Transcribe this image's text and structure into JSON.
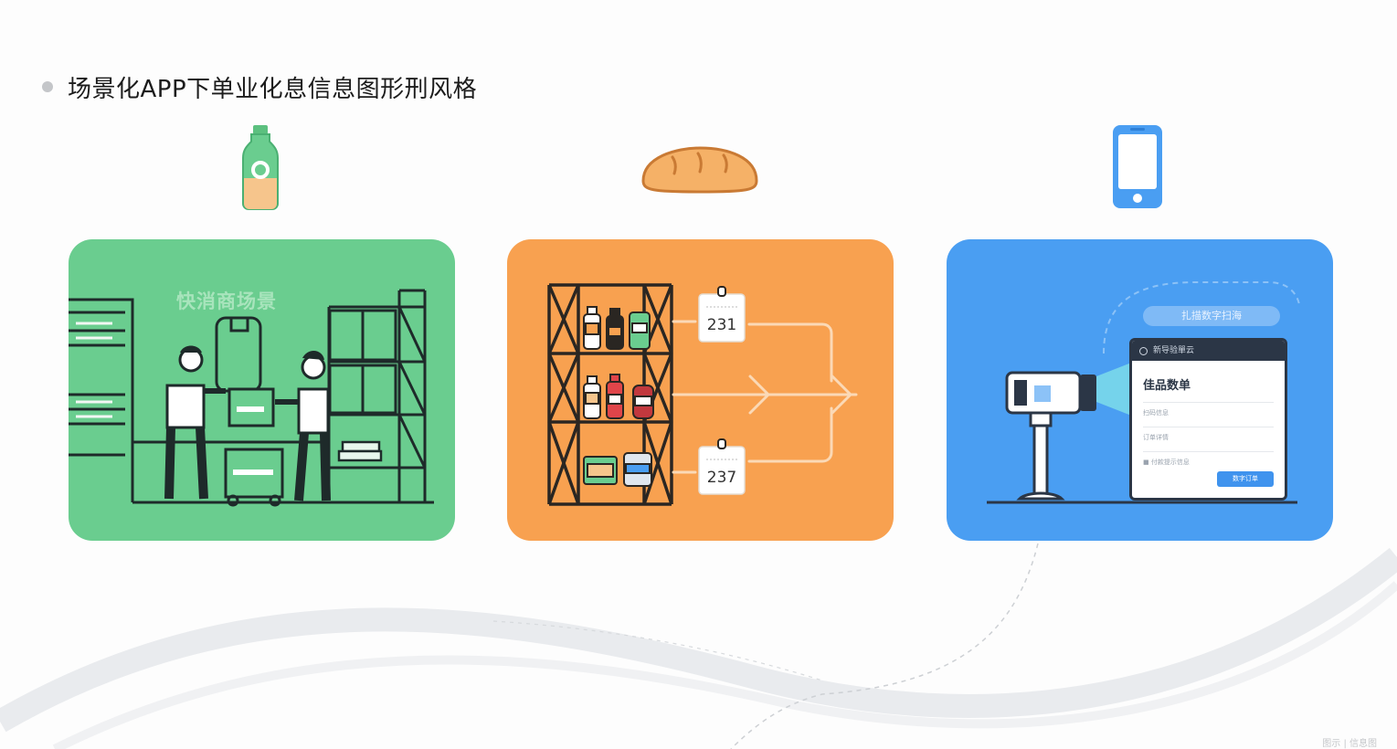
{
  "header": {
    "title": "场景化APP下单业化息信息图形刑风格"
  },
  "top_icons": [
    "bottle-icon",
    "bread-icon",
    "smartphone-icon"
  ],
  "cards": {
    "green": {
      "label": "快消商场景",
      "color": "#6acd8f"
    },
    "orange": {
      "color": "#f8a150",
      "calendar_top": "231",
      "calendar_bottom": "237"
    },
    "blue": {
      "color": "#4a9ef2",
      "pill_text": "扎描数字扫海",
      "window_header": "新导验單云",
      "window_title": "佳品数单",
      "field_1": "扫码信息",
      "field_2": "订单详情",
      "field_3": "■ 付款提示信息",
      "button_label": "数字订单"
    }
  },
  "footer": {
    "text": "图示 | 信息图"
  }
}
